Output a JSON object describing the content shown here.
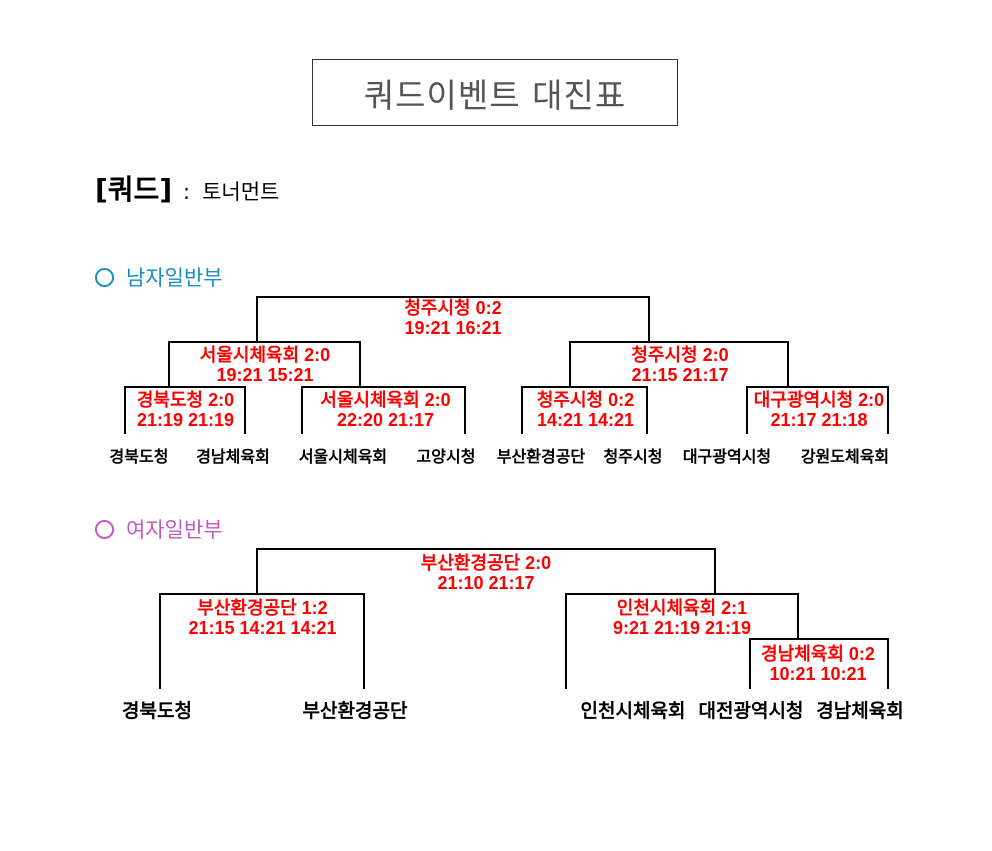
{
  "title": "쿼드이벤트 대진표",
  "event": {
    "name": "[쿼드]",
    "format": "토너먼트"
  },
  "men": {
    "heading": "남자일반부",
    "final": {
      "line1": "청주시청 0:2",
      "line2": "19:21 16:21"
    },
    "semi_left": {
      "line1": "서울시체육회 2:0",
      "line2": "19:21 15:21"
    },
    "semi_right": {
      "line1": "청주시청 2:0",
      "line2": "21:15 21:17"
    },
    "qf1": {
      "line1": "경북도청 2:0",
      "line2": "21:19 21:19"
    },
    "qf2": {
      "line1": "서울시체육회 2:0",
      "line2": "22:20 21:17"
    },
    "qf3": {
      "line1": "청주시청 0:2",
      "line2": "14:21 14:21"
    },
    "qf4": {
      "line1": "대구광역시청 2:0",
      "line2": "21:17 21:18"
    },
    "teams": [
      "경북도청",
      "경남체육회",
      "서울시체육회",
      "고양시청",
      "부산환경공단",
      "청주시청",
      "대구광역시청",
      "강원도체육회"
    ]
  },
  "women": {
    "heading": "여자일반부",
    "final": {
      "line1": "부산환경공단 2:0",
      "line2": "21:10 21:17"
    },
    "semi_left": {
      "line1": "부산환경공단 1:2",
      "line2": "21:15 14:21 14:21"
    },
    "semi_right": {
      "line1": "인천시체육회 2:1",
      "line2": "9:21 21:19 21:19"
    },
    "qf": {
      "line1": "경남체육회 0:2",
      "line2": "10:21 10:21"
    },
    "teams": [
      "경북도청",
      "부산환경공단",
      "인천시체육회",
      "대전광역시청",
      "경남체육회"
    ]
  }
}
